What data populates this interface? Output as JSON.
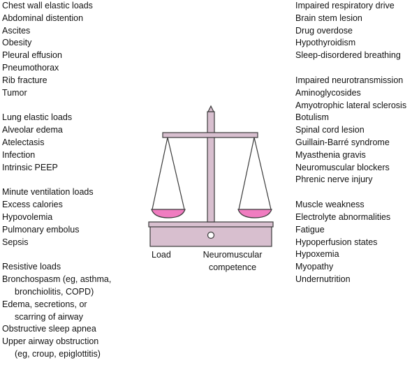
{
  "left_groups": [
    {
      "lines": [
        "Chest wall elastic loads",
        "Abdominal distention",
        "Ascites",
        "Obesity",
        "Pleural effusion",
        "Pneumothorax",
        "Rib fracture",
        "Tumor"
      ]
    },
    {
      "lines": [
        "Lung elastic loads",
        "Alveolar edema",
        "Atelectasis",
        "Infection",
        "Intrinsic PEEP"
      ]
    },
    {
      "lines": [
        "Minute ventilation loads",
        "Excess calories",
        "Hypovolemia",
        "Pulmonary embolus",
        "Sepsis"
      ]
    },
    {
      "lines": [
        "Resistive loads",
        "Bronchospasm (eg, asthma,",
        "bronchiolitis, COPD)",
        "Edema, secretions, or",
        "scarring of airway",
        "Obstructive sleep apnea",
        "Upper airway obstruction",
        "(eg, croup, epiglottitis)"
      ]
    }
  ],
  "right_groups": [
    {
      "lines": [
        "Impaired respiratory drive",
        "Brain stem lesion",
        "Drug overdose",
        "Hypothyroidism",
        "Sleep-disordered breathing"
      ]
    },
    {
      "lines": [
        "Impaired neurotransmission",
        "Aminoglycosides",
        "Amyotrophic lateral sclerosis",
        "Botulism",
        "Spinal cord lesion",
        "Guillain-Barré syndrome",
        "Myasthenia gravis",
        "Neuromuscular blockers",
        "Phrenic nerve injury"
      ]
    },
    {
      "lines": [
        "Muscle weakness",
        "Electrolyte abnormalities",
        "Fatigue",
        "Hypoperfusion states",
        "Hypoxemia",
        "Myopathy",
        "Undernutrition"
      ]
    }
  ],
  "scale": {
    "left_caption": "Load",
    "right_caption": "Neuromuscular competence",
    "colors": {
      "body": "#d8bfcf",
      "pan_fill": "#f07cc0",
      "outline": "#3a3a3a"
    }
  }
}
